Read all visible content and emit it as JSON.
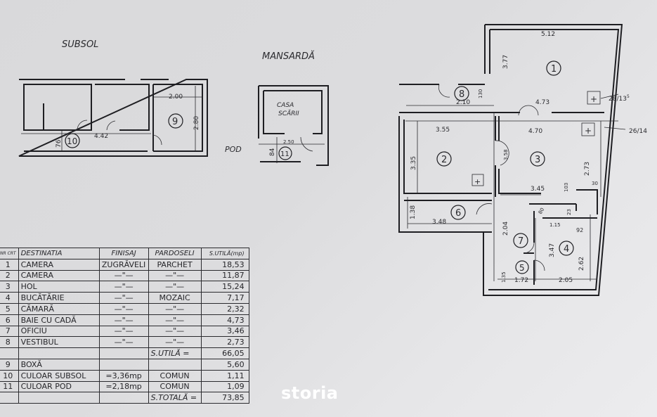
{
  "titles": {
    "subsol": "SUBSOL",
    "mansarda": "MANSARDĂ",
    "pod": "POD",
    "casa_scarii_1": "CASA",
    "casa_scarii_2": "SCĂRII"
  },
  "subsol": {
    "dims": [
      "2.00",
      "2.80",
      "4.42",
      "76"
    ],
    "rooms": [
      "9",
      "10"
    ]
  },
  "mansarda": {
    "dims": [
      "2.50",
      "84"
    ],
    "rooms": [
      "11"
    ]
  },
  "main_plan": {
    "rooms": [
      "1",
      "2",
      "3",
      "4",
      "5",
      "6",
      "7",
      "8"
    ],
    "dims": {
      "d512": "5.12",
      "d377": "3.77",
      "d473": "4.73",
      "d2813": "28/13",
      "d2813sup": "5",
      "d470": "4.70",
      "d2614": "26/14",
      "d355": "3.55",
      "d335": "3.35",
      "d210": "2.10",
      "d130": "130",
      "d358": "3.58",
      "d273": "2.73",
      "d30": "30",
      "d345": "3.45",
      "d103": "103",
      "d138": "1.38",
      "d348": "3.48",
      "d204": "2.04",
      "d115": "1.15",
      "d80": "80",
      "d23": "23",
      "d92": "92",
      "d347": "3.47",
      "d262": "2.62",
      "d135": "1.35",
      "d172": "1.72",
      "d205": "2.05"
    }
  },
  "table": {
    "headers": [
      "NR CRT",
      "DESTINATIA",
      "FINISAJ",
      "PARDOSELI",
      "S.UTILĂ(mp)"
    ],
    "rows": [
      [
        "1",
        "CAMERA",
        "ZUGRĂVELI",
        "PARCHET",
        "18,53"
      ],
      [
        "2",
        "CAMERA",
        "—\"—",
        "—\"—",
        "11,87"
      ],
      [
        "3",
        "HOL",
        "—\"—",
        "—\"—",
        "15,24"
      ],
      [
        "4",
        "BUCĂTĂRIE",
        "—\"—",
        "MOZAIC",
        "7,17"
      ],
      [
        "5",
        "CĂMARĂ",
        "—\"—",
        "—\"—",
        "2,32"
      ],
      [
        "6",
        "BAIE CU CADĂ",
        "—\"—",
        "—\"—",
        "4,73"
      ],
      [
        "7",
        "OFICIU",
        "—\"—",
        "—\"—",
        "3,46"
      ],
      [
        "8",
        "VESTIBUL",
        "—\"—",
        "—\"—",
        "2,73"
      ],
      [
        "",
        "",
        "",
        "S.UTILĂ =",
        "66,05"
      ],
      [
        "9",
        "BOXĂ",
        "",
        "",
        "5,60"
      ],
      [
        "10",
        "CULOAR SUBSOL",
        "=3,36mp",
        "COMUN",
        "1,11"
      ],
      [
        "11",
        "CULOAR POD",
        "=2,18mp",
        "COMUN",
        "1,09"
      ],
      [
        "",
        "",
        "",
        "S.TOTALĂ =",
        "73,85"
      ]
    ]
  },
  "watermark": "storia"
}
